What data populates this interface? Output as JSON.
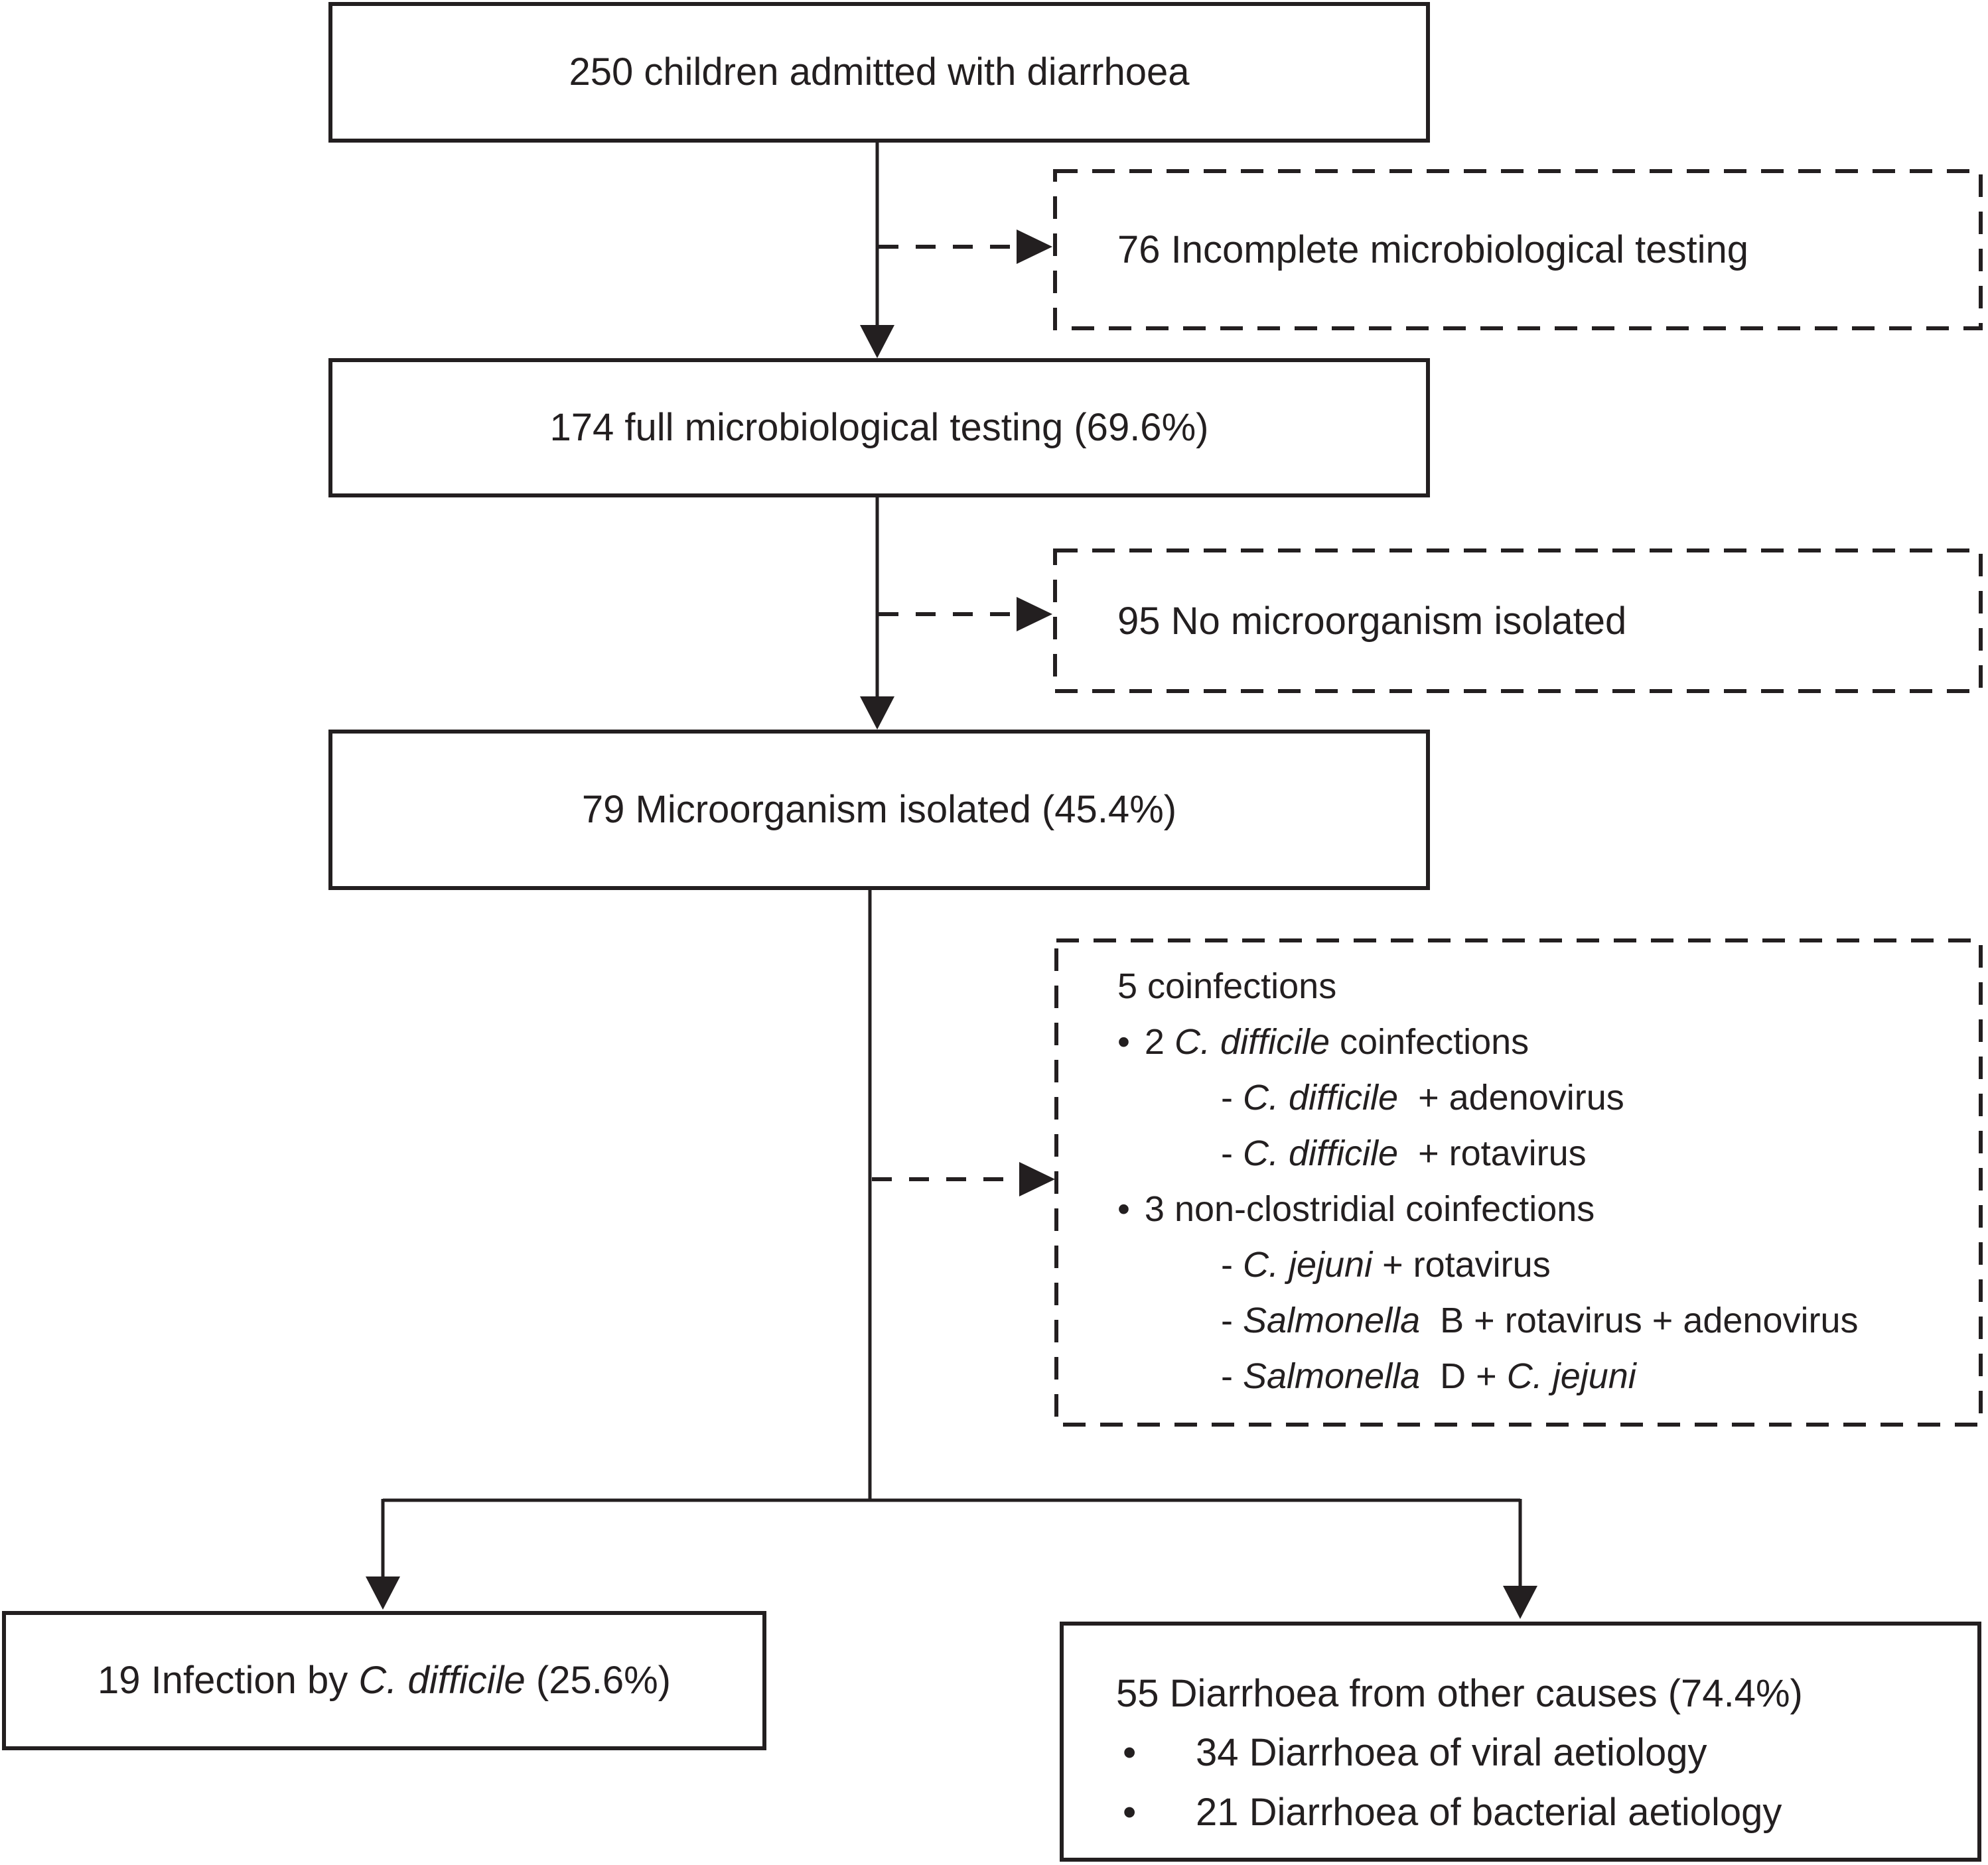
{
  "figure": {
    "ink_color": "#231f20",
    "background_color": "#ffffff",
    "boxes": {
      "admitted": {
        "label": "250 children admitted with diarrhoea"
      },
      "incomplete_testing": {
        "label": "76 Incomplete microbiological testing"
      },
      "full_testing": {
        "label": "174 full microbiological testing (69.6%)"
      },
      "no_microorganism": {
        "label": "95 No microorganism isolated"
      },
      "microorganism_isolated": {
        "label": "79 Microorganism isolated (45.4%)"
      },
      "coinfections": {
        "lines": [
          {
            "bullet": "",
            "segments": [
              {
                "text": "5 coinfections"
              }
            ]
          },
          {
            "bullet": "•",
            "segments": [
              {
                "text": "2 "
              },
              {
                "text": "C. difficile",
                "italic": true
              },
              {
                "text": " coinfections"
              }
            ]
          },
          {
            "bullet": "",
            "segments": [
              {
                "text": "- "
              },
              {
                "text": "C. difficile",
                "italic": true
              },
              {
                "text": "  + adenovirus"
              }
            ]
          },
          {
            "bullet": "",
            "segments": [
              {
                "text": "- "
              },
              {
                "text": "C. difficile",
                "italic": true
              },
              {
                "text": "  + rotavirus"
              }
            ]
          },
          {
            "bullet": "•",
            "segments": [
              {
                "text": "3 non-clostridial coinfections"
              }
            ]
          },
          {
            "bullet": "",
            "segments": [
              {
                "text": "- "
              },
              {
                "text": "C. jejuni",
                "italic": true
              },
              {
                "text": " + rotavirus"
              }
            ]
          },
          {
            "bullet": "",
            "segments": [
              {
                "text": "- "
              },
              {
                "text": "Salmonella",
                "italic": true
              },
              {
                "text": "  B + rotavirus + adenovirus"
              }
            ]
          },
          {
            "bullet": "",
            "segments": [
              {
                "text": "- "
              },
              {
                "text": "Salmonella",
                "italic": true
              },
              {
                "text": "  D + "
              },
              {
                "text": "C. jejuni",
                "italic": true
              }
            ]
          }
        ]
      },
      "cdifficile_infection": {
        "segments": [
          {
            "text": "19 Infection by "
          },
          {
            "text": "C. difficile",
            "italic": true
          },
          {
            "text": " (25.6%)"
          }
        ]
      },
      "other_causes": {
        "title": "55 Diarrhoea from other causes (74.4%)",
        "items": [
          {
            "bullet": "•",
            "text": "34 Diarrhoea of viral aetiology"
          },
          {
            "bullet": "•",
            "text": "21 Diarrhoea of bacterial aetiology"
          }
        ]
      }
    }
  }
}
